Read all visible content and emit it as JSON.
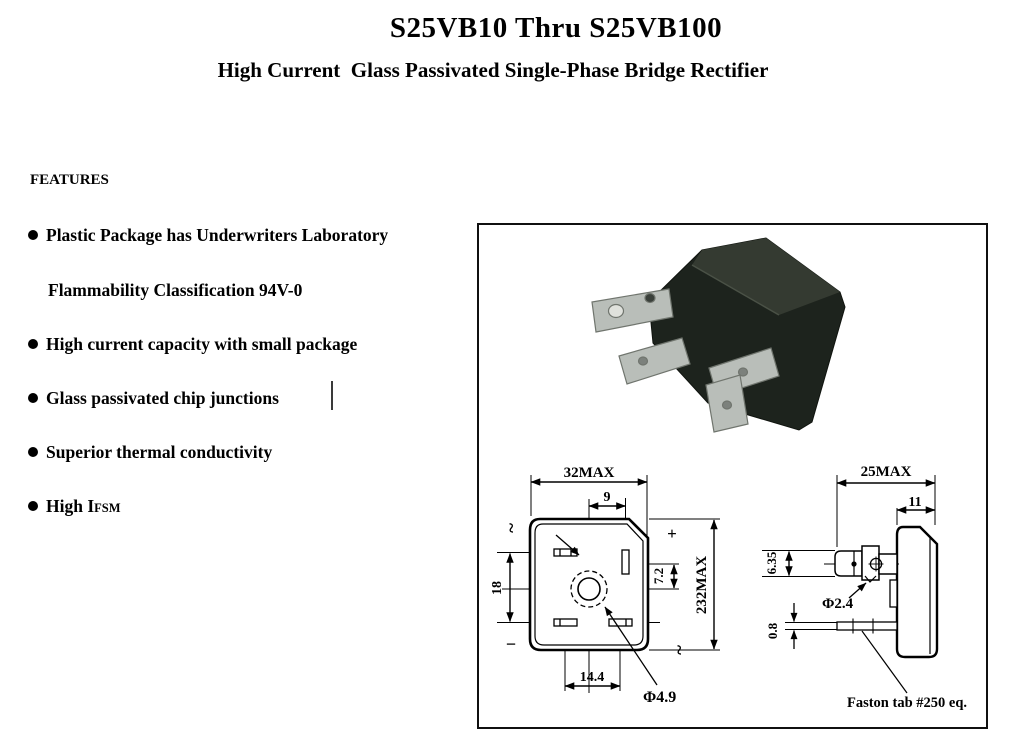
{
  "header": {
    "title": "S25VB10 Thru S25VB100",
    "subtitle": "High Current  Glass Passivated Single-Phase Bridge Rectifier"
  },
  "features": {
    "heading": "FEATURES",
    "items": [
      {
        "text": "Plastic Package has Underwriters Laboratory"
      },
      {
        "text": "Flammability Classification 94V-0"
      },
      {
        "text": "High current capacity with small package"
      },
      {
        "text": "Glass passivated chip junctions"
      },
      {
        "text": "Superior thermal conductivity"
      },
      {
        "text": "High I",
        "subscript": "FSM"
      }
    ]
  },
  "figure": {
    "front_view": {
      "dim_width_top": "32MAX",
      "dim_positive_pin_offset": "9",
      "dim_height_side": "232MAX",
      "dim_pin_to_center": "7.2",
      "dim_left_pins_spacing": "18",
      "dim_bottom_pins_spacing": "14.4",
      "dim_center_hole": "Φ4.9",
      "terminal_top_left": "~",
      "terminal_top_right": "+",
      "terminal_bottom_left": "−",
      "terminal_bottom_right": "~"
    },
    "side_view": {
      "dim_overall_depth": "25MAX",
      "dim_body_thickness": "11",
      "dim_tab_width": "6.35",
      "dim_tab_hole": "Φ2.4",
      "dim_tab_thickness": "0.8",
      "tab_note": "Faston tab #250 eq."
    }
  },
  "colors": {
    "ink": "#000000",
    "background": "#ffffff",
    "photo_body": "#1d231d",
    "photo_body_top": "#343a31",
    "photo_tab": "#b9beb9"
  }
}
